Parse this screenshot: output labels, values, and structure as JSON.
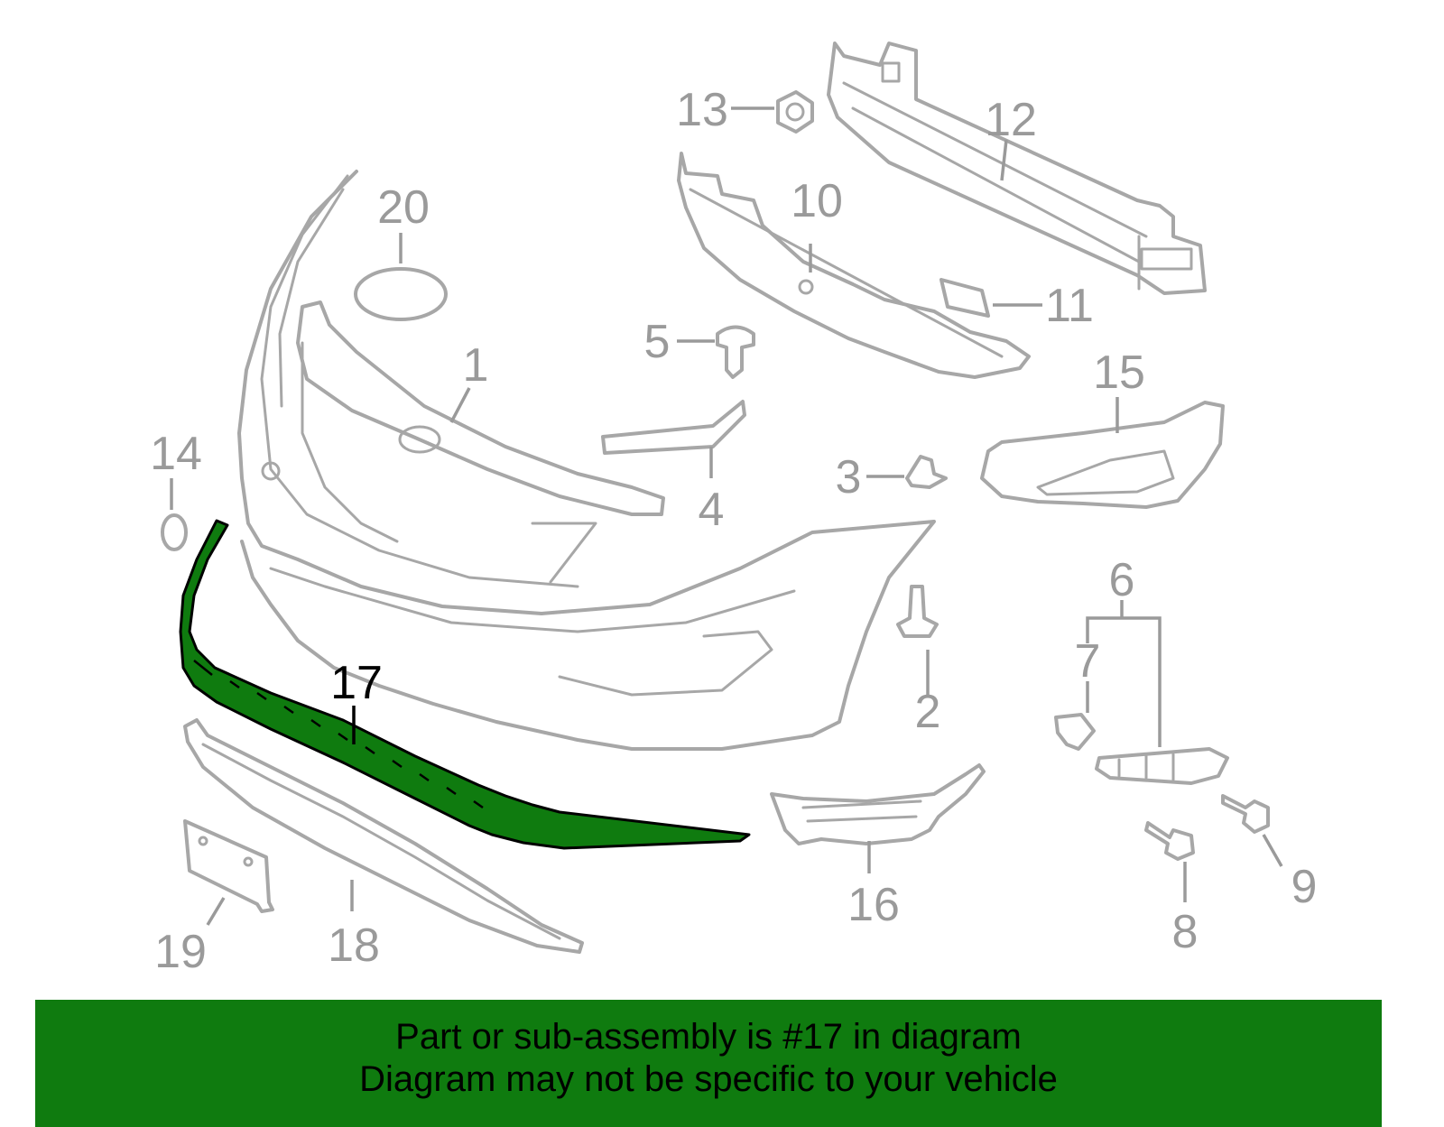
{
  "callouts": [
    {
      "label": "1",
      "highlighted": false
    },
    {
      "label": "2",
      "highlighted": false
    },
    {
      "label": "3",
      "highlighted": false
    },
    {
      "label": "4",
      "highlighted": false
    },
    {
      "label": "5",
      "highlighted": false
    },
    {
      "label": "6",
      "highlighted": false
    },
    {
      "label": "7",
      "highlighted": false
    },
    {
      "label": "8",
      "highlighted": false
    },
    {
      "label": "9",
      "highlighted": false
    },
    {
      "label": "10",
      "highlighted": false
    },
    {
      "label": "11",
      "highlighted": false
    },
    {
      "label": "12",
      "highlighted": false
    },
    {
      "label": "13",
      "highlighted": false
    },
    {
      "label": "14",
      "highlighted": false
    },
    {
      "label": "15",
      "highlighted": false
    },
    {
      "label": "16",
      "highlighted": false
    },
    {
      "label": "17",
      "highlighted": true
    },
    {
      "label": "18",
      "highlighted": false
    },
    {
      "label": "19",
      "highlighted": false
    },
    {
      "label": "20",
      "highlighted": false
    }
  ],
  "banner": {
    "line1": "Part or sub-assembly is #17 in diagram",
    "line2": "Diagram may not be specific to your vehicle"
  },
  "colors": {
    "highlight_part": "#0f7b0f",
    "banner_background": "#0f7b0f",
    "part_outline": "#a7a7a7",
    "callout_text": "#9a9a9a"
  }
}
